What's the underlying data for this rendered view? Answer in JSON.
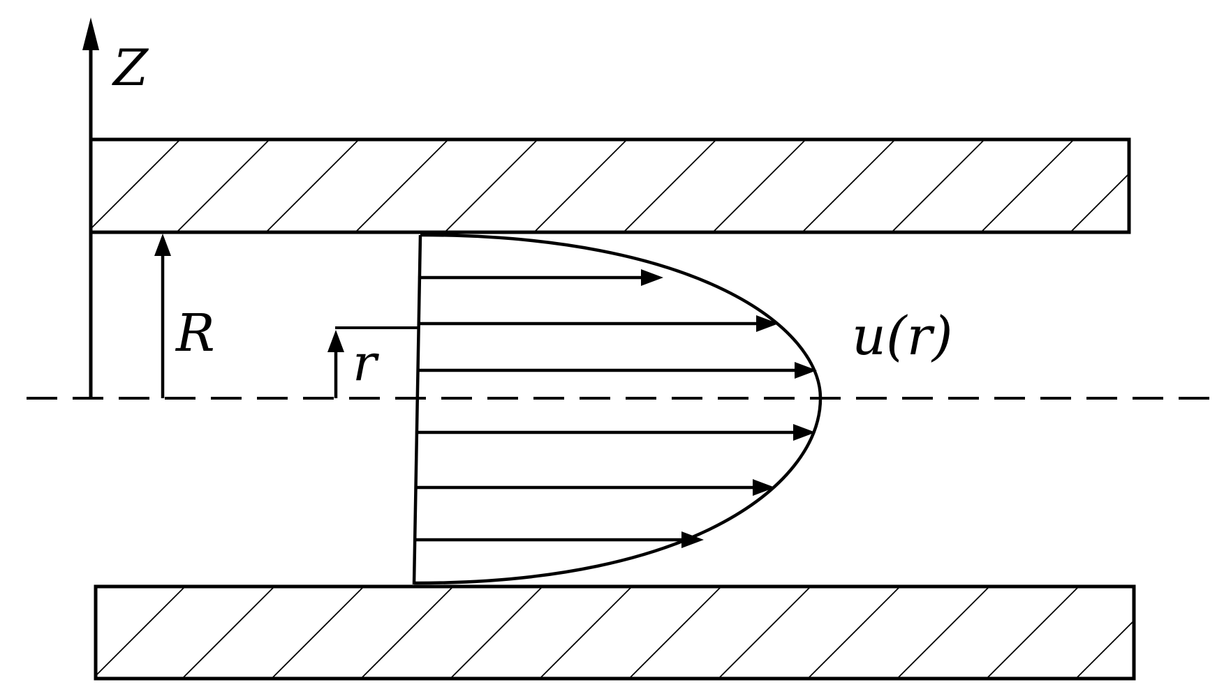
{
  "labels": {
    "z_axis": "Z",
    "radius": "R",
    "radial_coordinate": "r",
    "velocity_profile": "u(r)"
  },
  "colors": {
    "line": "#000000",
    "background": "#ffffff"
  }
}
